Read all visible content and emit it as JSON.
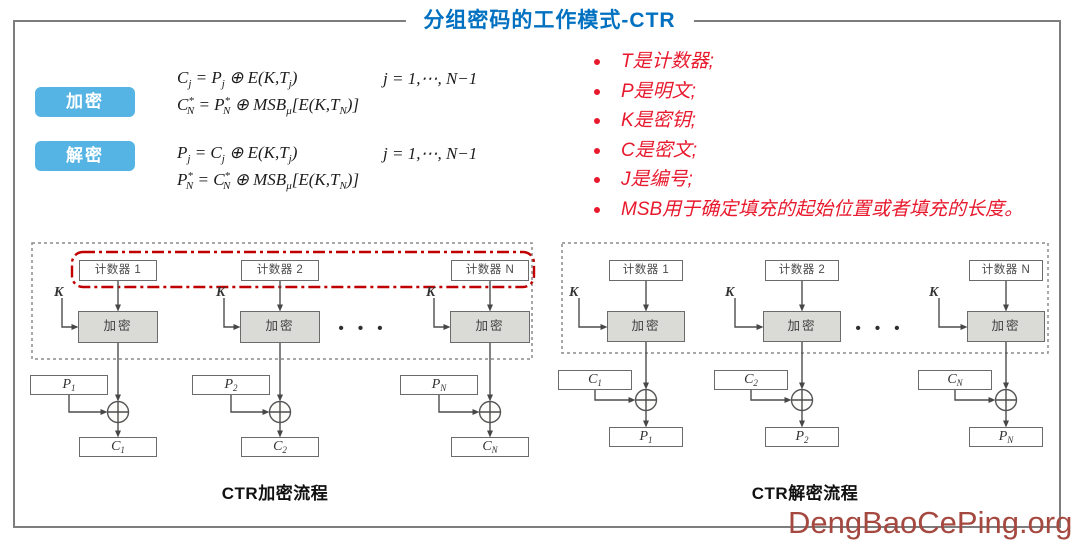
{
  "slide": {
    "title": "分组密码的工作模式-CTR"
  },
  "legend": {
    "encrypt": "加密",
    "decrypt": "解密"
  },
  "formulas": {
    "encrypt": {
      "line1": "C_{j} = P_{j} ⊕ E(K,T_{j})",
      "cond1": "j = 1,⋯, N−1",
      "line2": "C^{*}_{N} = P^{*}_{N} ⊕ MSB_{μ}[E(K,T_{N})]"
    },
    "decrypt": {
      "line1": "P_{j} = C_{j} ⊕ E(K,T_{j})",
      "cond1": "j = 1,⋯, N−1",
      "line2": "P^{*}_{N} = C^{*}_{N} ⊕ MSB_{μ}[E(K,T_{N})]"
    }
  },
  "notes": [
    "T是计数器;",
    "P是明文;",
    "K是密钥;",
    "C是密文;",
    "J是编号;",
    "MSB用于确定填充的起始位置或者填充的长度。"
  ],
  "diagram_encrypt": {
    "caption": "CTR加密流程",
    "key_label": "K",
    "cipher_box_label": "加密",
    "ellipsis": "• • •",
    "columns": [
      {
        "counter": "计数器 1",
        "input": "P_{1}",
        "output": "C_{1}"
      },
      {
        "counter": "计数器 2",
        "input": "P_{2}",
        "output": "C_{2}"
      },
      {
        "counter": "计数器 N",
        "input": "P_{N}",
        "output": "C_{N}"
      }
    ]
  },
  "diagram_decrypt": {
    "caption": "CTR解密流程",
    "key_label": "K",
    "cipher_box_label": "加密",
    "ellipsis": "• • •",
    "columns": [
      {
        "counter": "计数器 1",
        "input": "C_{1}",
        "output": "P_{1}"
      },
      {
        "counter": "计数器 2",
        "input": "C_{2}",
        "output": "P_{2}"
      },
      {
        "counter": "计数器 N",
        "input": "C_{N}",
        "output": "P_{N}"
      }
    ]
  },
  "watermark": "DengBaoCePing.org",
  "colors": {
    "title_blue": "#0070C0",
    "button_blue": "#55B4E4",
    "note_red": "#E8192D",
    "watermark_red": "#A54940",
    "border_gray": "#7D7D7D",
    "highlight_red": "#C00000"
  }
}
